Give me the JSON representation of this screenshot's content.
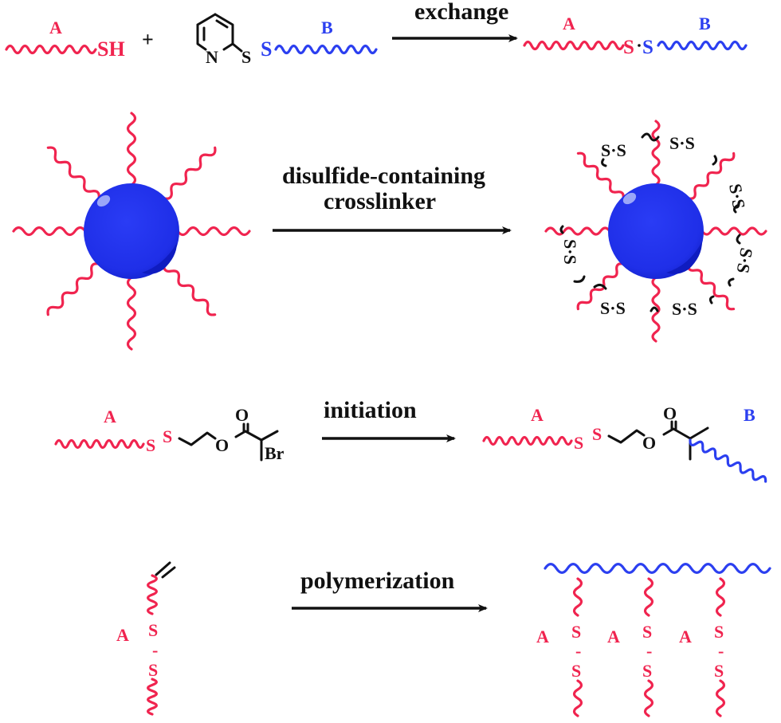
{
  "colors": {
    "polymer_a": "#f0244f",
    "polymer_b": "#2b3ff0",
    "nanoparticle": "#2233ee",
    "text": "#111111"
  },
  "row1": {
    "title": "Thiol-disulfide exchange",
    "reactant1": {
      "block_label": "A",
      "end_group": "SH"
    },
    "plus": "+",
    "reactant2": {
      "ring_atom_n": "N",
      "linker_s": "S",
      "chain_s": "S",
      "block_label": "B"
    },
    "arrow_label": "exchange",
    "product": {
      "block_a_label": "A",
      "block_b_label": "B",
      "s1": "S",
      "s2": "S"
    }
  },
  "row2": {
    "title": "Nanoparticle crosslinking",
    "arrow_label_line1": "disulfide-containing",
    "arrow_label_line2": "crosslinker",
    "crosslinks": [
      "S·S",
      "S·S",
      "S·S",
      "S·S",
      "S·S",
      "S·S",
      "S·S"
    ]
  },
  "row3": {
    "title": "Initiation",
    "reactant": {
      "block_label": "A",
      "s1": "S",
      "s2": "S",
      "ester_o": "O",
      "carbonyl_o": "O",
      "halide": "Br"
    },
    "arrow_label": "initiation",
    "product": {
      "block_a_label": "A",
      "s1": "S",
      "s2": "S",
      "ester_o": "O",
      "carbonyl_o": "O",
      "block_b_label": "B"
    }
  },
  "row4": {
    "title": "Polymerization of disulfide monomer",
    "monomer": {
      "block_label": "A",
      "s1": "S",
      "dash": "-",
      "s2": "S"
    },
    "arrow_label": "polymerization",
    "product_pendants": [
      {
        "block_label": "A",
        "s1": "S",
        "dash": "-",
        "s2": "S"
      },
      {
        "block_label": "A",
        "s1": "S",
        "dash": "-",
        "s2": "S"
      },
      {
        "block_label": "A",
        "s1": "S",
        "dash": "-",
        "s2": "S"
      }
    ]
  }
}
